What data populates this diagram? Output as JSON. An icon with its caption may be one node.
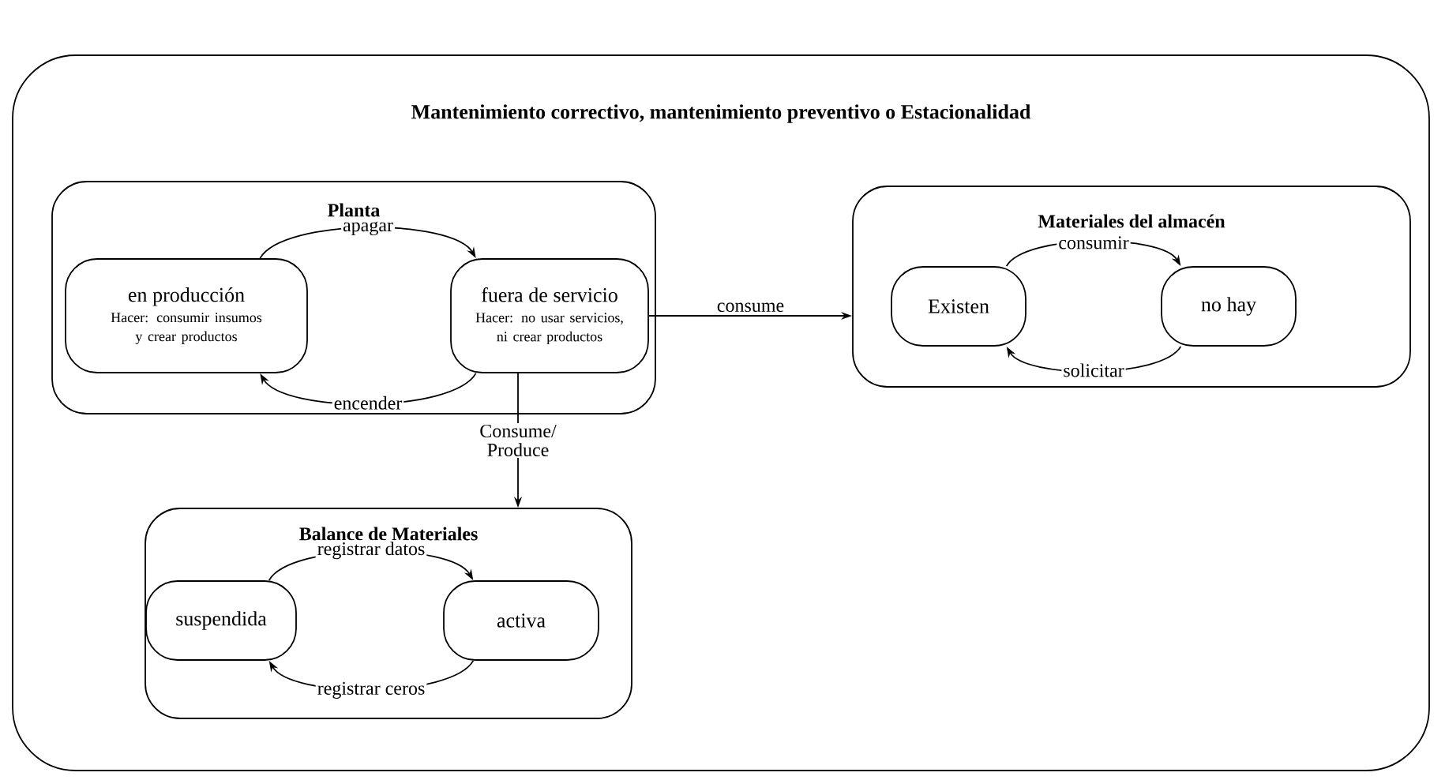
{
  "diagram": {
    "nodes": [
      {
        "text": [
          "Mantenimiento correctivo, mantenimiento preventivo o Estacionalidad"
        ]
      },
      {
        "text": [
          "Planta"
        ],
        "in": 0
      },
      {
        "text": [
          "en producción",
          "Hacer: consumir insumos y crear productos"
        ],
        "in": 1
      },
      {
        "text": [
          "fuera de servicio",
          "Hacer: no usar servicios, ni crear productos"
        ],
        "in": 1
      },
      {
        "text": [
          "Materiales del almacén"
        ],
        "in": 0
      },
      {
        "text": [
          "Existen"
        ],
        "in": 4
      },
      {
        "text": [
          "no hay"
        ],
        "in": 4
      },
      {
        "text": [
          "Balance de Materiales"
        ],
        "in": 0
      },
      {
        "text": [
          "suspendida"
        ],
        "in": 7
      },
      {
        "text": [
          "activa"
        ],
        "in": 7
      }
    ],
    "edges": [
      {
        "from": 2,
        "to": 3,
        "arrow": "to",
        "label": "apagar"
      },
      {
        "from": 3,
        "to": 2,
        "arrow": "to",
        "label": "encender"
      },
      {
        "from": 3,
        "to": 4,
        "arrow": "to",
        "label": "consume"
      },
      {
        "from": 3,
        "to": 7,
        "arrow": "to",
        "label": "Consume/ Produce"
      },
      {
        "from": 5,
        "to": 6,
        "arrow": "to",
        "label": "consumir"
      },
      {
        "from": 6,
        "to": 5,
        "arrow": "to",
        "label": "solicitar"
      },
      {
        "from": 8,
        "to": 9,
        "arrow": "to",
        "label": "registrar datos"
      },
      {
        "from": 9,
        "to": 8,
        "arrow": "to",
        "label": "registrar ceros"
      }
    ]
  }
}
